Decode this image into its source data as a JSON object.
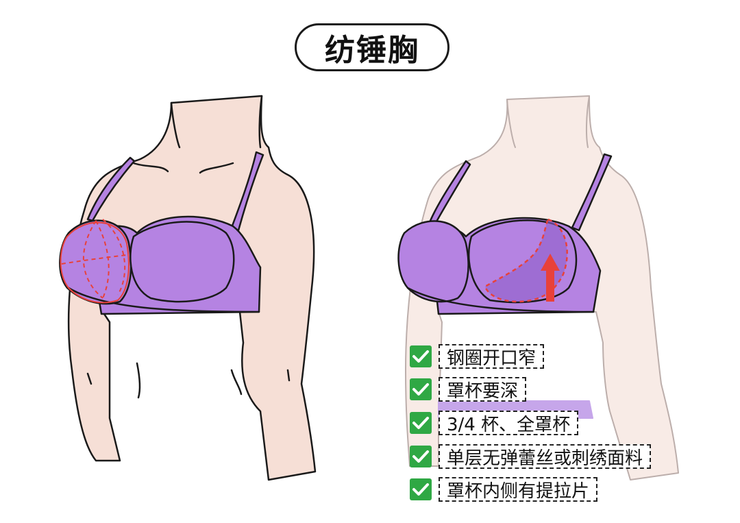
{
  "title": "纺锤胸",
  "colors": {
    "skin": "#f6dfd6",
    "skin_faded": "#f8ebe6",
    "bra": "#b583e2",
    "bra_faded": "#c6a6ea",
    "outline": "#1a1a1a",
    "highlight_red": "#e8413a",
    "check_green": "#2fa844"
  },
  "checklist": [
    {
      "label": "钢圈开口窄",
      "icon": "check-icon"
    },
    {
      "label": "罩杯要深",
      "icon": "check-icon"
    },
    {
      "label": "3/4 杯、全罩杯",
      "icon": "check-icon"
    },
    {
      "label": "单层无弹蕾丝或刺绣面料",
      "icon": "check-icon"
    },
    {
      "label": "罩杯内侧有提拉片",
      "icon": "check-icon"
    }
  ]
}
